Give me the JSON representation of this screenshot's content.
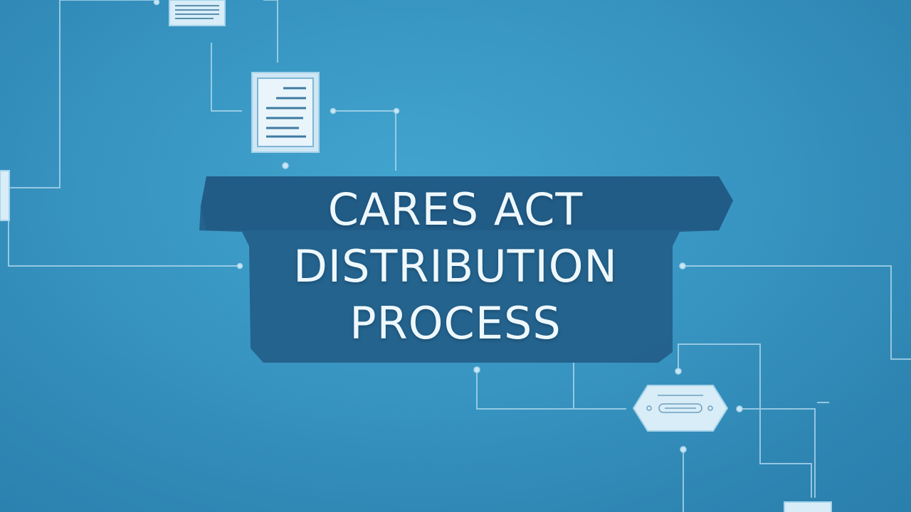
{
  "title": {
    "line1": "CARES ACT",
    "line2": "DISTRIBUTION",
    "line3": "PROCESS"
  },
  "colors": {
    "background": "#3590bd",
    "banner": "#245f88",
    "banner_dark": "#1f557c",
    "line": "#a6d3ea",
    "title_text": "#eef8fc",
    "icon_fill": "#d8edf7"
  },
  "icons": {
    "doc_top": "document-icon",
    "doc_mid": "document-icon",
    "ticket": "ticket-icon"
  }
}
